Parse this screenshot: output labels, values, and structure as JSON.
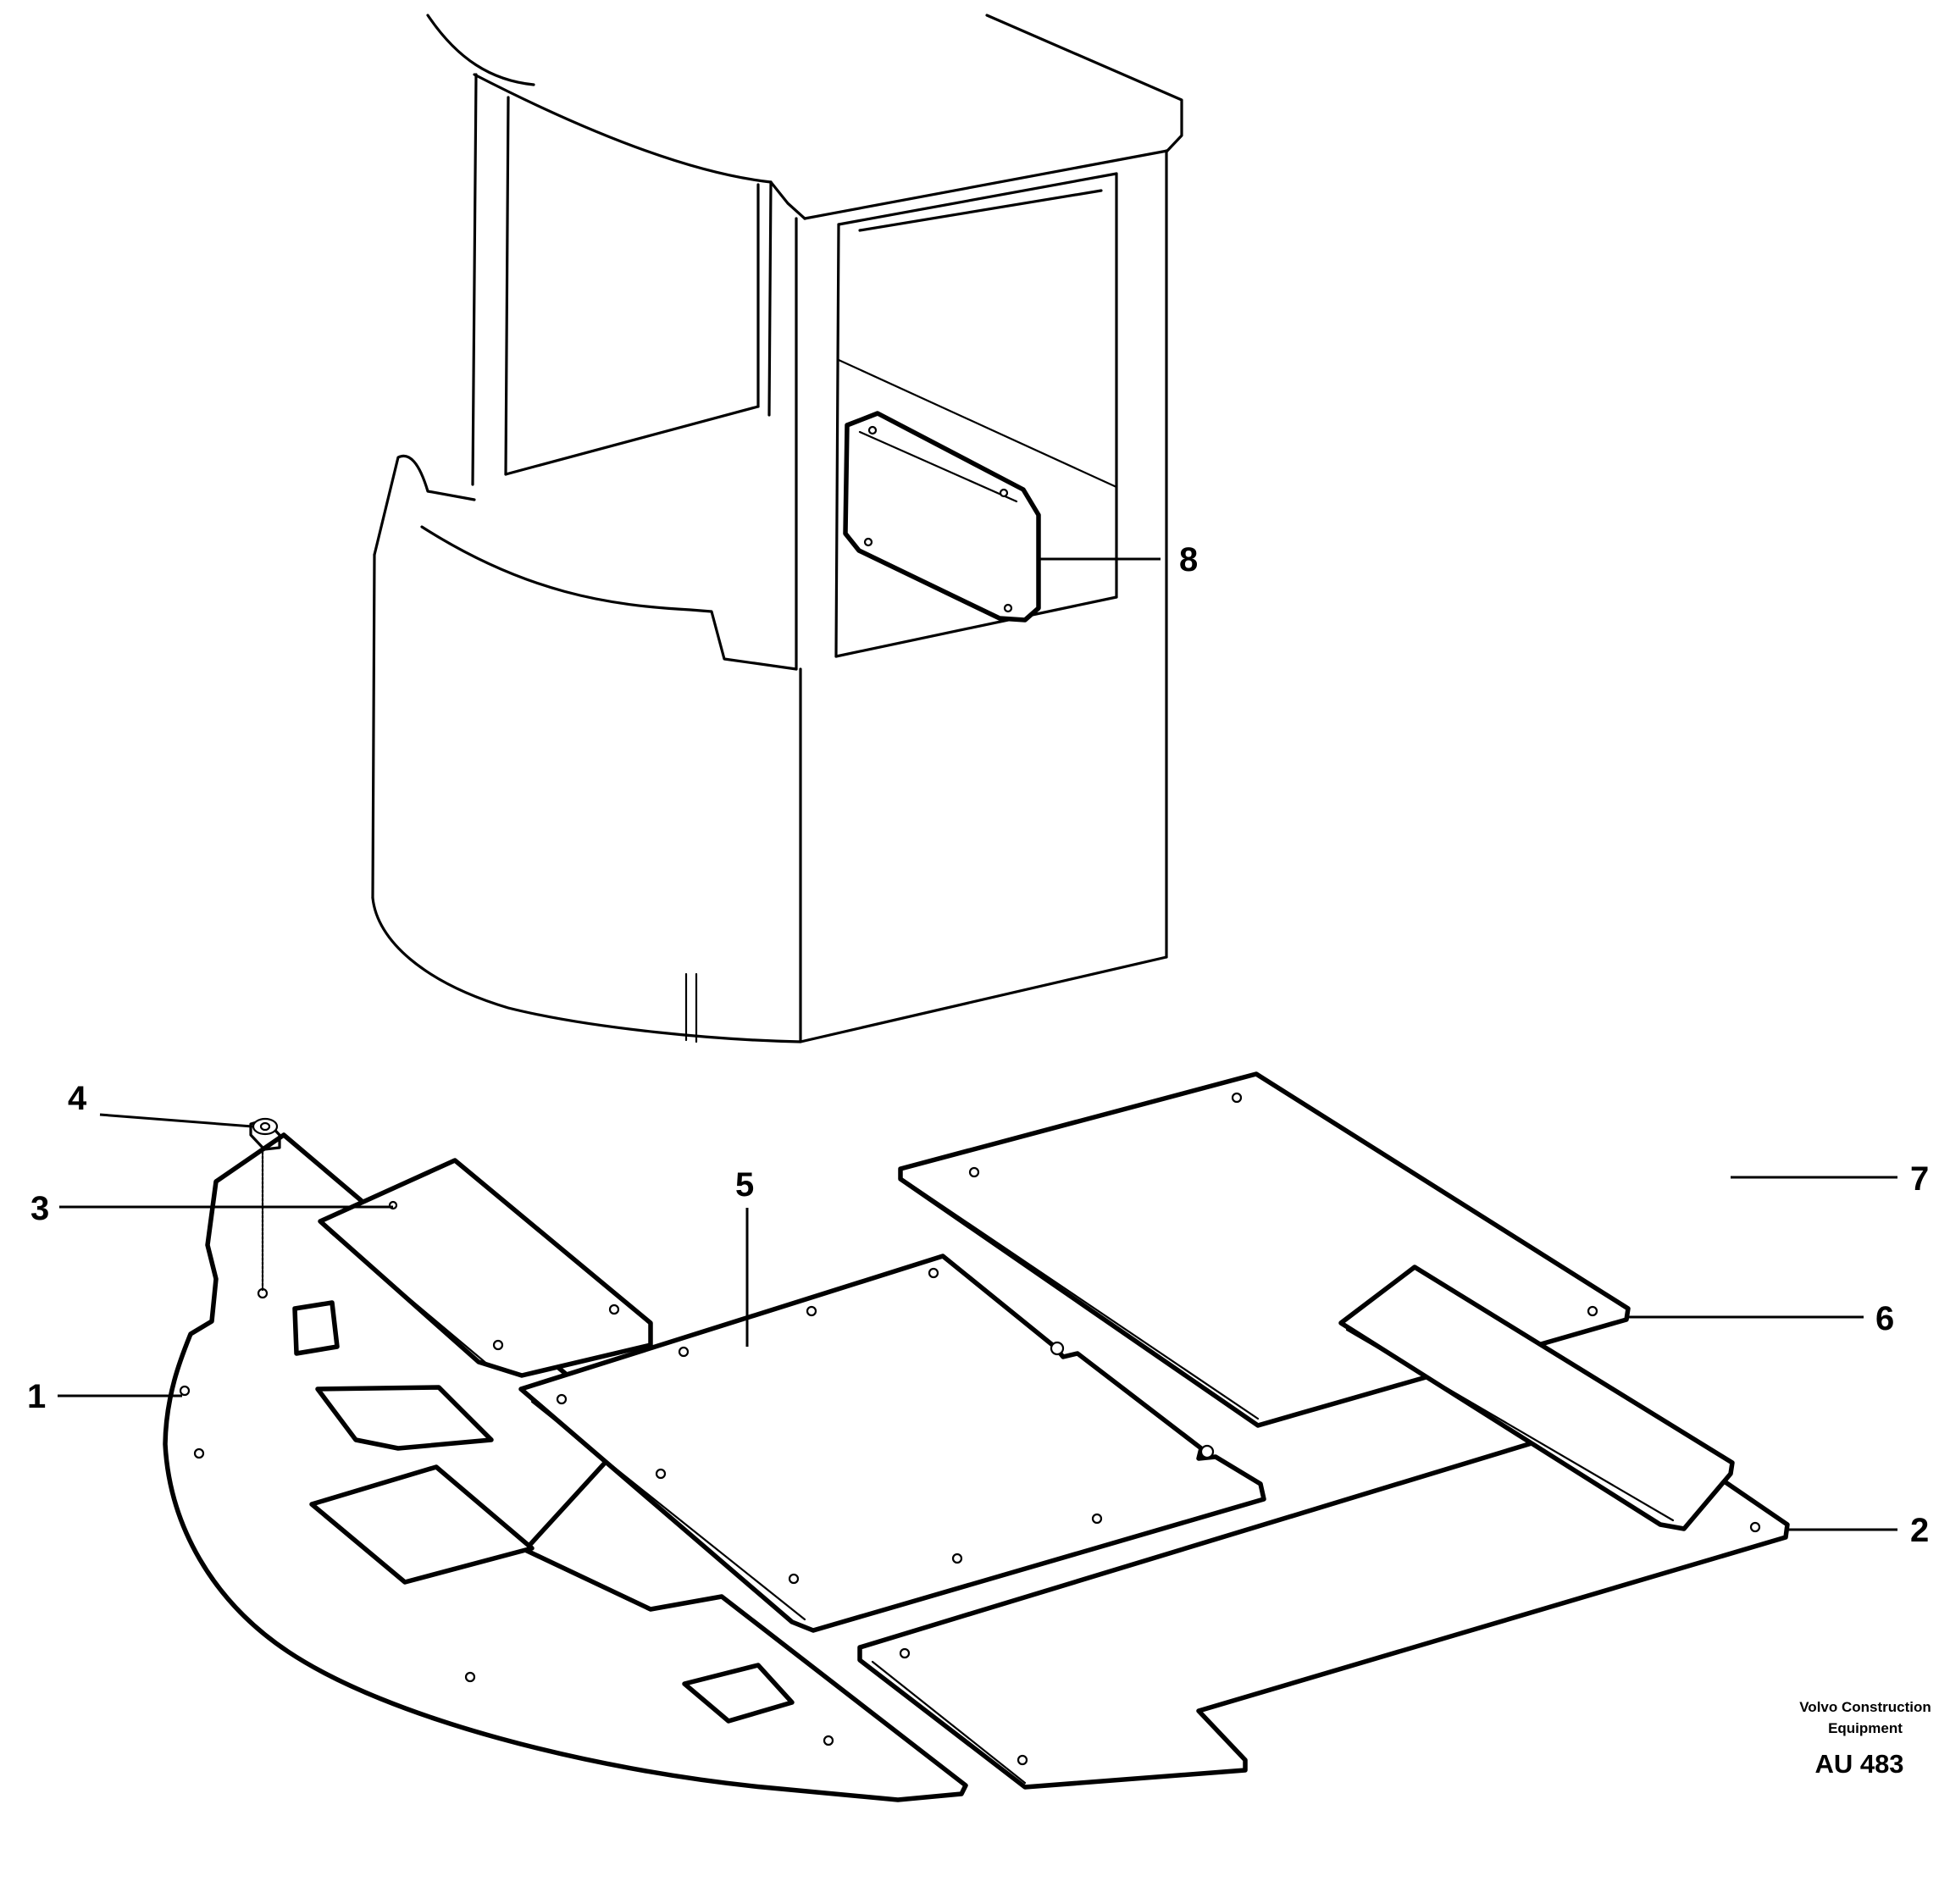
{
  "callouts": [
    {
      "id": "1",
      "label": "1"
    },
    {
      "id": "2",
      "label": "2"
    },
    {
      "id": "3",
      "label": "3"
    },
    {
      "id": "4",
      "label": "4"
    },
    {
      "id": "5",
      "label": "5"
    },
    {
      "id": "6",
      "label": "6"
    },
    {
      "id": "7",
      "label": "7"
    },
    {
      "id": "8",
      "label": "8"
    }
  ],
  "credit": {
    "line1": "Volvo Construction",
    "line2": "Equipment",
    "code": "AU 483"
  }
}
